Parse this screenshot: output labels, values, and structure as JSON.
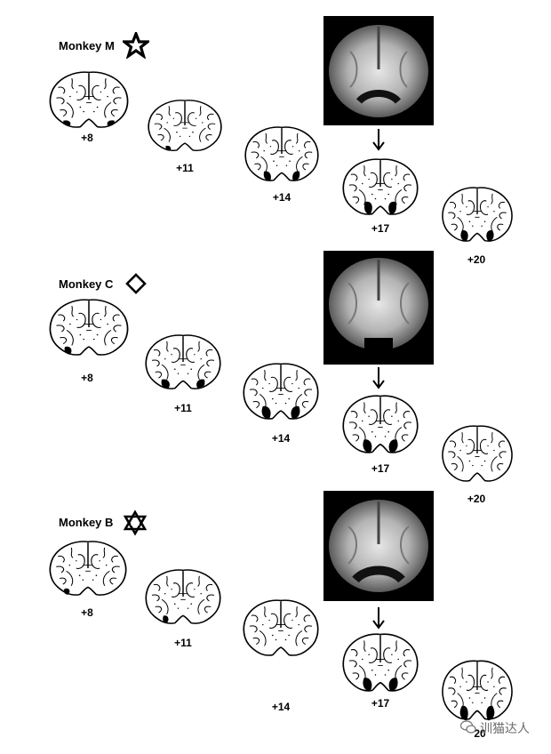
{
  "panels": [
    {
      "monkey_label": "Monkey M",
      "marker_icon": "star-icon",
      "slices": [
        "+8",
        "+11",
        "+14",
        "+17",
        "+20"
      ]
    },
    {
      "monkey_label": "Monkey C",
      "marker_icon": "diamond-icon",
      "slices": [
        "+8",
        "+11",
        "+14",
        "+17",
        "+20"
      ]
    },
    {
      "monkey_label": "Monkey B",
      "marker_icon": "hexagram-icon",
      "slices": [
        "+8",
        "+11",
        "+14",
        "+17",
        "20"
      ]
    }
  ],
  "watermark": "训猫达人",
  "colors": {
    "lesion": "#000000",
    "mri_background": "#000000"
  }
}
